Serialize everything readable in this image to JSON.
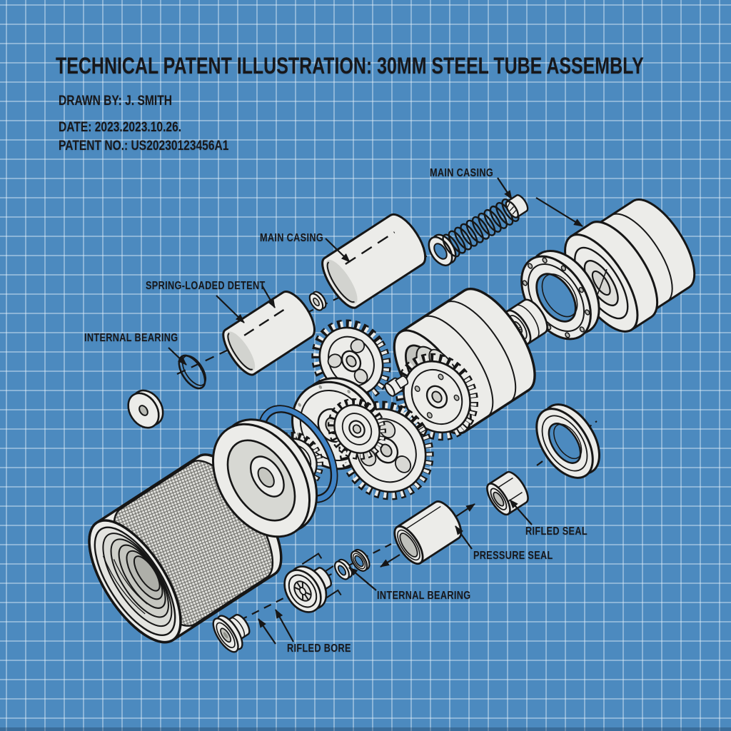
{
  "document": {
    "title": "TECHNICAL PATENT ILLUSTRATION: 30MM STEEL TUBE ASSEMBLY",
    "drawn_by": "DRAWN BY: J. SMITH",
    "date": "DATE: 2023.2023.10.26.",
    "patent_no": "PATENT NO.: US20230123456A1"
  },
  "labels": {
    "main_casing_top": "MAIN CASING",
    "main_casing_mid": "MAIN CASING",
    "spring_loaded_detent": "SPRING-LOADED DETENT",
    "internal_bearing_left": "INTERNAL BEARING",
    "rifled_seal": "RIFLED SEAL",
    "pressure_seal": "PRESSURE SEAL",
    "internal_bearing_bottom": "INTERNAL BEARING",
    "rifled_bore": "RIFLED BORE"
  },
  "colors": {
    "background": "#4c8abf",
    "grid_line": "#b9d2e4",
    "ink": "#161616",
    "part_fill": "#ecece9",
    "highlight_ring": "#3f82c4"
  }
}
